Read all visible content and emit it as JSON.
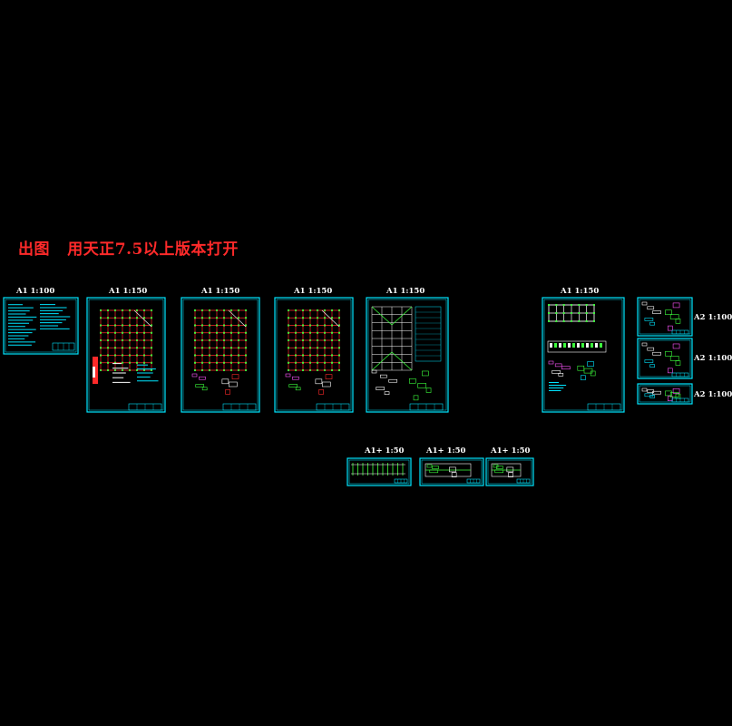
{
  "colors": {
    "background": "#000000",
    "frame": "#00e5ff",
    "grid_red": "#ff2a2a",
    "grid_green": "#3cff3c",
    "note": "#ff2a2a",
    "label": "#ffffff"
  },
  "header_note": "出图   用天正7.5以上版本打开",
  "sheets": [
    {
      "name": "sheet-1-notes",
      "scale": "A1 1:100"
    },
    {
      "name": "sheet-2-plan",
      "scale": "A1 1:150"
    },
    {
      "name": "sheet-3-plan",
      "scale": "A1 1:150"
    },
    {
      "name": "sheet-4-plan",
      "scale": "A1 1:150"
    },
    {
      "name": "sheet-5-framing",
      "scale": "A1 1:150"
    },
    {
      "name": "sheet-6-elevations",
      "scale": "A1 1:150"
    },
    {
      "name": "sheet-7-details",
      "scale": "A2 1:100"
    },
    {
      "name": "sheet-8-details",
      "scale": "A2 1:100"
    },
    {
      "name": "sheet-9-details",
      "scale": "A2 1:100"
    },
    {
      "name": "sheet-10-wide",
      "scale": "A1+ 1:50"
    },
    {
      "name": "sheet-11-wide",
      "scale": "A1+ 1:50"
    },
    {
      "name": "sheet-12-wide",
      "scale": "A1+ 1:50"
    }
  ]
}
